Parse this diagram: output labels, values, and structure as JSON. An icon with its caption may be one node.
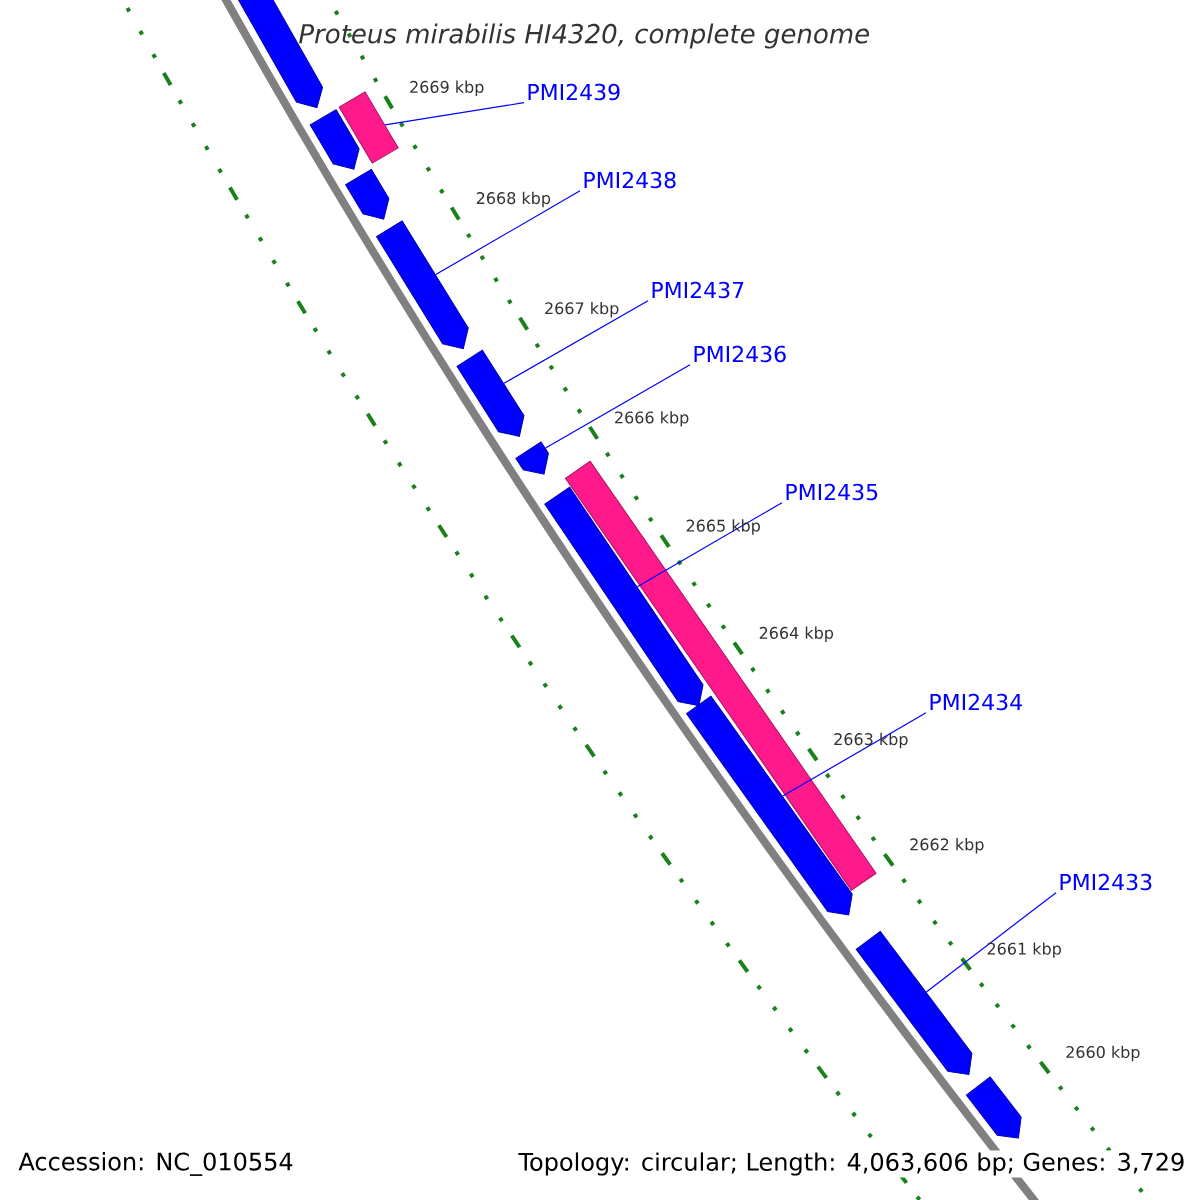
{
  "diagram": {
    "title": "Proteus mirabilis HI4320, complete genome",
    "nodes": [
      {
        "text": [
          "PMI2439"
        ]
      },
      {
        "text": [
          "PMI2438"
        ]
      },
      {
        "text": [
          "PMI2437"
        ]
      },
      {
        "text": [
          "PMI2436"
        ]
      },
      {
        "text": [
          "PMI2435"
        ]
      },
      {
        "text": [
          "PMI2434"
        ]
      },
      {
        "text": [
          "PMI2433"
        ]
      },
      {
        "text": [],
        "shape": "arrow"
      },
      {
        "text": [],
        "shape": "bar"
      },
      {
        "text": [],
        "shape": "arrow"
      },
      {
        "text": [],
        "shape": "arrow"
      },
      {
        "text": [],
        "shape": "arrow"
      },
      {
        "text": [],
        "shape": "arrow"
      },
      {
        "text": [],
        "shape": "arrow"
      },
      {
        "text": [],
        "shape": "arrow"
      },
      {
        "text": [],
        "shape": "bar"
      },
      {
        "text": [],
        "shape": "arrow"
      },
      {
        "text": [],
        "shape": "arrow"
      },
      {
        "text": [],
        "shape": "arrow"
      }
    ],
    "edges": [
      {
        "from": 0,
        "to": 8,
        "arrow": "none"
      },
      {
        "from": 1,
        "to": 11,
        "arrow": "none"
      },
      {
        "from": 2,
        "to": 12,
        "arrow": "none"
      },
      {
        "from": 3,
        "to": 13,
        "arrow": "none"
      },
      {
        "from": 4,
        "to": 14,
        "arrow": "none"
      },
      {
        "from": 5,
        "to": 16,
        "arrow": "none"
      },
      {
        "from": 6,
        "to": 17,
        "arrow": "none"
      }
    ],
    "labels": [
      "2669 kbp",
      "2668 kbp",
      "2667 kbp",
      "2666 kbp",
      "2665 kbp",
      "2664 kbp",
      "2663 kbp",
      "2662 kbp",
      "2661 kbp",
      "2660 kbp",
      "Accession: NC_010554",
      "Topology: circular; Length: 4,063,606 bp; Genes: 3,729"
    ]
  }
}
